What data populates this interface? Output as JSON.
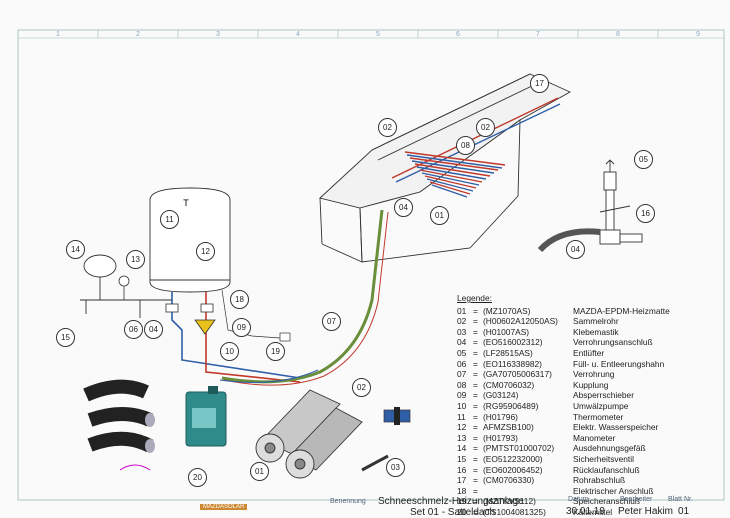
{
  "grid_numbers": [
    "1",
    "2",
    "3",
    "4",
    "5",
    "6",
    "7",
    "8",
    "9"
  ],
  "callouts": {
    "c01_shed": "01",
    "c02_ridge_left": "02",
    "c02_ridge_right": "02",
    "c17": "17",
    "c08": "08",
    "c04_roof": "04",
    "c05": "05",
    "c16_right": "16",
    "c04_right": "04",
    "c11": "11",
    "c12": "12",
    "c14": "14",
    "c13": "13",
    "c15": "15",
    "c06": "06",
    "c04_tank": "04",
    "c10": "10",
    "c09": "09",
    "c18": "18",
    "c19": "19",
    "c07": "07",
    "c02_rolls": "02",
    "c01_rolls": "01",
    "c03": "03",
    "c20": "20"
  },
  "legend": {
    "title": "Legende:",
    "rows": [
      {
        "num": "01",
        "code": "(MZ1070AS)",
        "desc": "MAZDA-EPDM-Heizmatte"
      },
      {
        "num": "02",
        "code": "(H00602A12050AS)",
        "desc": "Sammelrohr"
      },
      {
        "num": "03",
        "code": "(H01007AS)",
        "desc": "Klebemastik"
      },
      {
        "num": "04",
        "code": "(EO516002312)",
        "desc": "Verrohrungsanschluß"
      },
      {
        "num": "05",
        "code": "(LF28515AS)",
        "desc": "Entlüfter"
      },
      {
        "num": "06",
        "code": "(EO116338982)",
        "desc": "Füll- u. Entleerungshahn"
      },
      {
        "num": "07",
        "code": "(GA70705006317)",
        "desc": "Verrohrung"
      },
      {
        "num": "08",
        "code": "(CM0706032)",
        "desc": "Kupplung"
      },
      {
        "num": "09",
        "code": "(G03124)",
        "desc": "Absperrschieber"
      },
      {
        "num": "10",
        "code": "(RG95906489)",
        "desc": "Umwälzpumpe"
      },
      {
        "num": "11",
        "code": "(H01796)",
        "desc": "Thermometer"
      },
      {
        "num": "12",
        "code": "AFMZSB100)",
        "desc": "Elektr. Wasserspeicher"
      },
      {
        "num": "13",
        "code": "(H01793)",
        "desc": "Manometer"
      },
      {
        "num": "14",
        "code": "(PMTST01000702)",
        "desc": "Ausdehnungsgefäß"
      },
      {
        "num": "15",
        "code": "(EO512232000)",
        "desc": "Sicherheitsventil"
      },
      {
        "num": "16",
        "code": "(EO602006452)",
        "desc": "Rücklaufanschluß"
      },
      {
        "num": "17",
        "code": "(CM0706330)",
        "desc": "Rohrabschluß"
      },
      {
        "num": "18",
        "code": "",
        "desc": "Elektrischer Anschluß"
      },
      {
        "num": "19",
        "code": "(MZTKVS112)",
        "desc": "Speicheranschluß"
      },
      {
        "num": "20",
        "code": "(TS1004081325)",
        "desc": "Kältemittel"
      }
    ]
  },
  "title_block": {
    "title": "Schneeschmelz-Heizungsanlage",
    "subtitle": "Set 01 - Satteldach",
    "date": "30.01.19",
    "author": "Peter Hakim",
    "sheet": "01",
    "label_date": "Datum",
    "label_author": "Bearbeiter",
    "label_sheet": "Blatt Nr.",
    "label_name": "Benennung",
    "logo_text": "MAZDASOLAR"
  },
  "colors": {
    "supply": "#c0392b",
    "return": "#2f5fa8",
    "hose": "#6b8e3a",
    "pump": "#e8c21a",
    "outline": "#333333"
  }
}
